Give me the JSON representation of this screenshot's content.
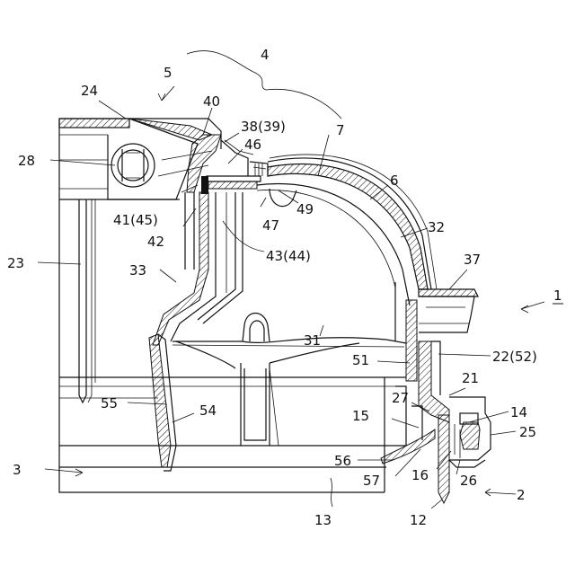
{
  "figure": {
    "labels": [
      {
        "text": "1",
        "underline": true
      },
      {
        "text": "2"
      },
      {
        "text": "3"
      },
      {
        "text": "4"
      },
      {
        "text": "5"
      },
      {
        "text": "6"
      },
      {
        "text": "7"
      },
      {
        "text": "12"
      },
      {
        "text": "13"
      },
      {
        "text": "14"
      },
      {
        "text": "15"
      },
      {
        "text": "16"
      },
      {
        "text": "21"
      },
      {
        "text": "22(52)"
      },
      {
        "text": "23"
      },
      {
        "text": "24"
      },
      {
        "text": "25"
      },
      {
        "text": "26"
      },
      {
        "text": "27"
      },
      {
        "text": "28"
      },
      {
        "text": "31"
      },
      {
        "text": "32"
      },
      {
        "text": "33"
      },
      {
        "text": "37"
      },
      {
        "text": "38(39)"
      },
      {
        "text": "40"
      },
      {
        "text": "41(45)"
      },
      {
        "text": "42"
      },
      {
        "text": "43(44)"
      },
      {
        "text": "46"
      },
      {
        "text": "47"
      },
      {
        "text": "49"
      },
      {
        "text": "51"
      },
      {
        "text": "54"
      },
      {
        "text": "55"
      },
      {
        "text": "56"
      },
      {
        "text": "57"
      }
    ]
  }
}
